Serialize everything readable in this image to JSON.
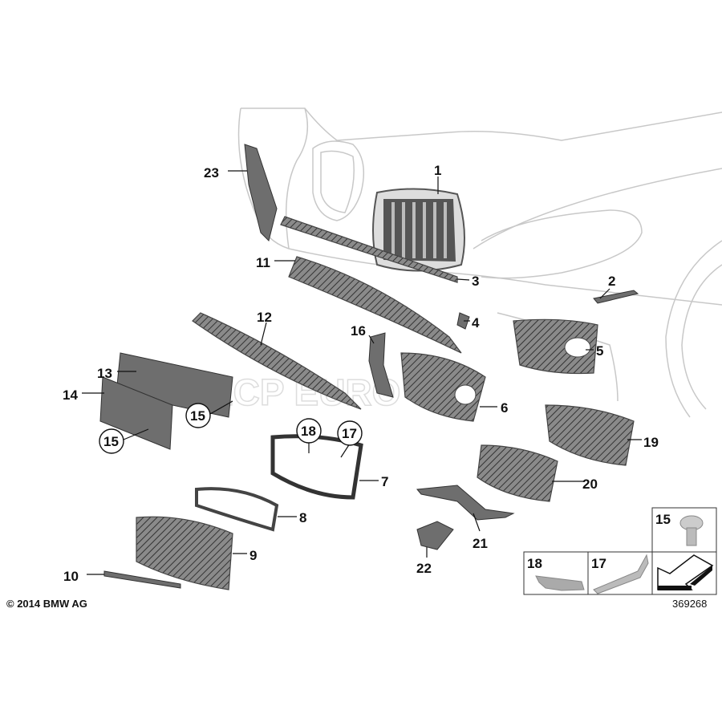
{
  "diagram": {
    "part_labels": [
      "1",
      "2",
      "3",
      "4",
      "5",
      "6",
      "7",
      "8",
      "9",
      "10",
      "11",
      "12",
      "13",
      "14",
      "15",
      "16",
      "17",
      "18",
      "19",
      "20",
      "21",
      "22",
      "23"
    ],
    "circled_labels": {
      "a15": "15",
      "b15": "15",
      "c17": "17",
      "c18": "18"
    },
    "inset": {
      "screw_label": "15",
      "clip18_label": "18",
      "clip17_label": "17"
    },
    "watermark": "ECP EURO",
    "copyright": "© 2014 BMW AG",
    "drawing_number": "369268"
  }
}
